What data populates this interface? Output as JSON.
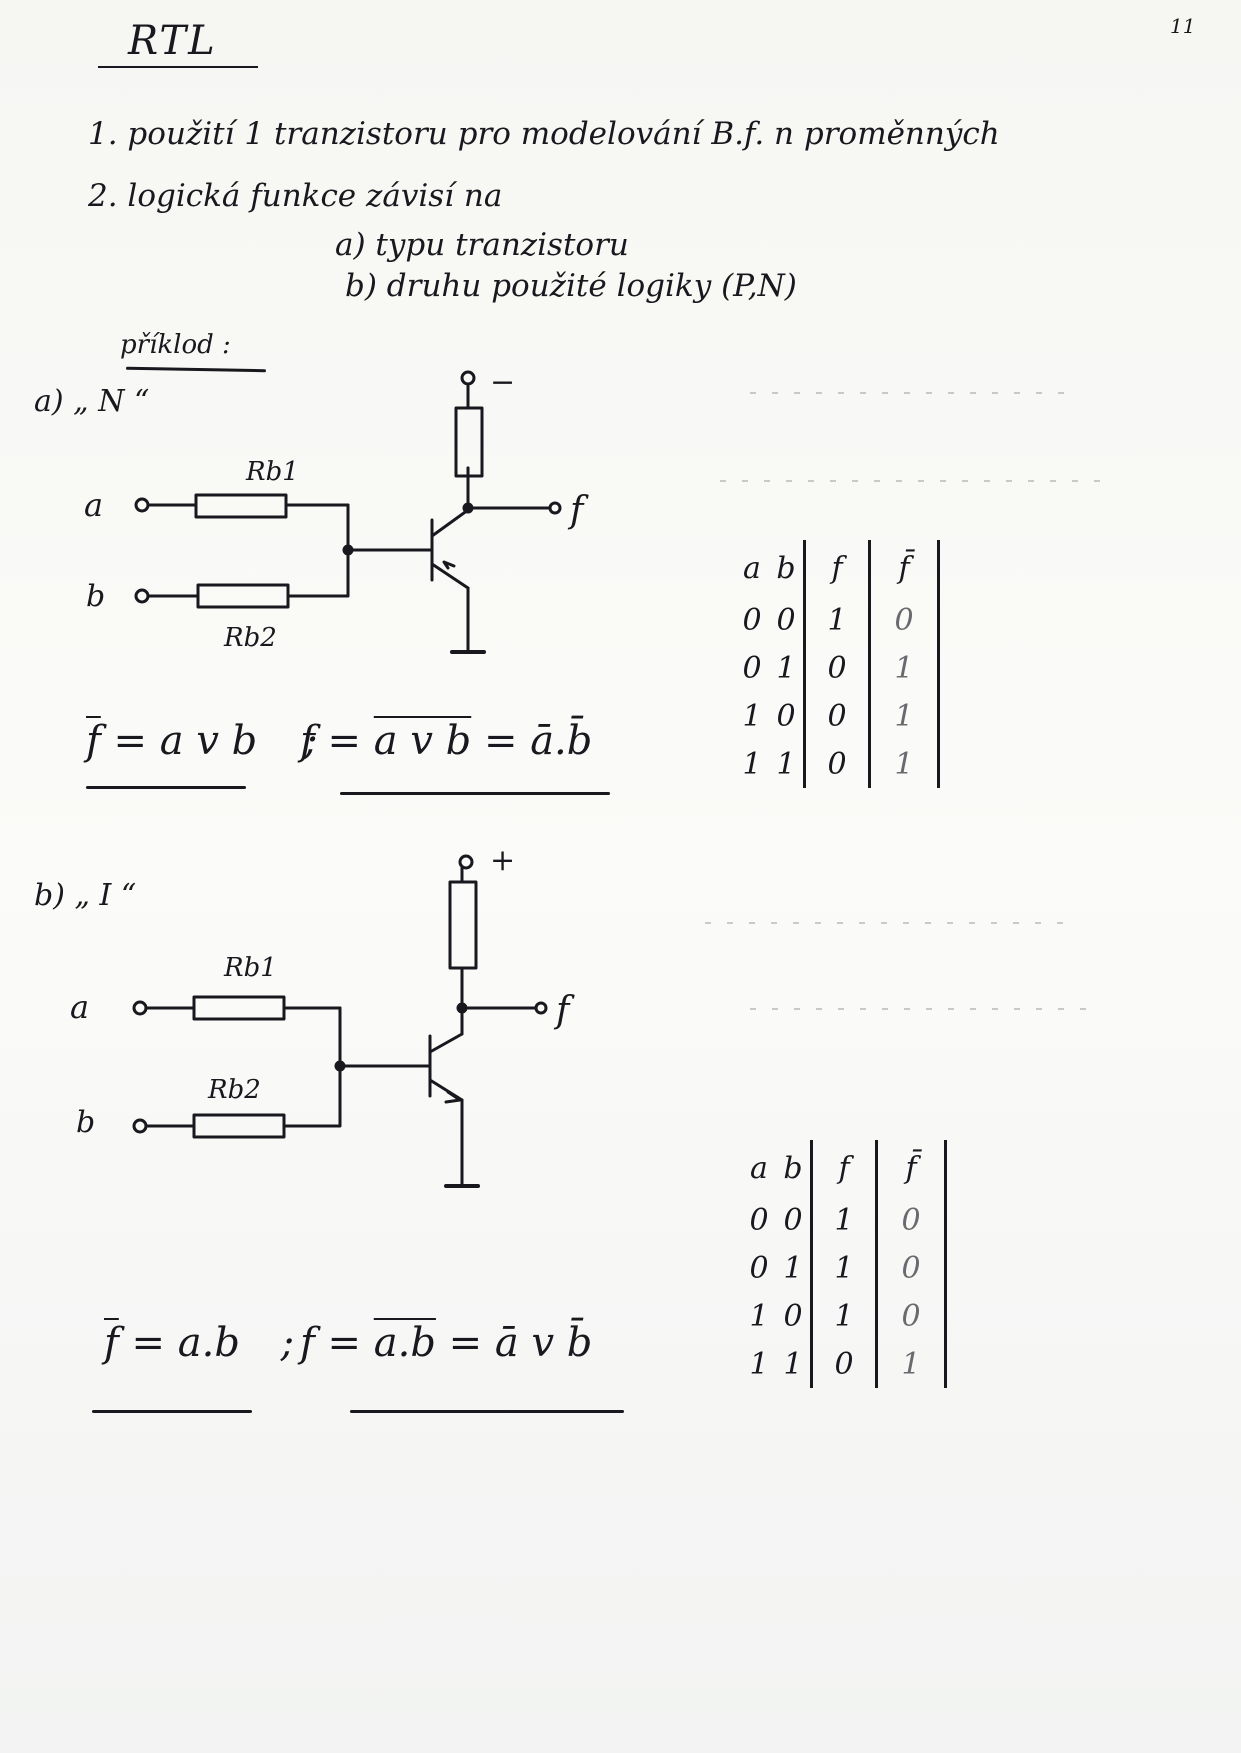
{
  "page": {
    "title": "RTL",
    "page_number": "11",
    "lines": [
      "1. použití 1 tranzistoru pro modelování B.f. n proměnných",
      "2. logická funkce závisí na",
      "a) typu tranzistoru",
      "b) druhu použité logiky (P,N)"
    ],
    "example_label": "příklod :"
  },
  "section_a": {
    "label": "a) „ N “",
    "resistor1": "Rb1",
    "resistor2": "Rb2",
    "input_a": "a",
    "input_b": "b",
    "output": "f",
    "supply": "−",
    "formula_left_lhs": "f",
    "formula_left_rhs": "= a v b",
    "formula_sep": ";",
    "formula_right_lhs": "f =",
    "formula_right_mid": "a v b",
    "formula_right_rhs": "= ā.b̄",
    "table": {
      "headers": [
        "a",
        "b",
        "f",
        "f̄"
      ],
      "rows": [
        [
          "0",
          "0",
          "1",
          "0"
        ],
        [
          "0",
          "1",
          "0",
          "1"
        ],
        [
          "1",
          "0",
          "0",
          "1"
        ],
        [
          "1",
          "1",
          "0",
          "1"
        ]
      ]
    }
  },
  "section_b": {
    "label": "b) „ I “",
    "resistor1": "Rb1",
    "resistor2": "Rb2",
    "input_a": "a",
    "input_b": "b",
    "output": "f",
    "supply": "+",
    "formula_left_lhs": "f",
    "formula_left_rhs": "= a.b",
    "formula_sep": ";",
    "formula_right_lhs": "f =",
    "formula_right_mid": "a.b",
    "formula_right_rhs": "= ā v b̄",
    "table": {
      "headers": [
        "a",
        "b",
        "f",
        "f̄"
      ],
      "rows": [
        [
          "0",
          "0",
          "1",
          "0"
        ],
        [
          "0",
          "1",
          "1",
          "0"
        ],
        [
          "1",
          "0",
          "1",
          "0"
        ],
        [
          "1",
          "1",
          "0",
          "1"
        ]
      ]
    }
  }
}
